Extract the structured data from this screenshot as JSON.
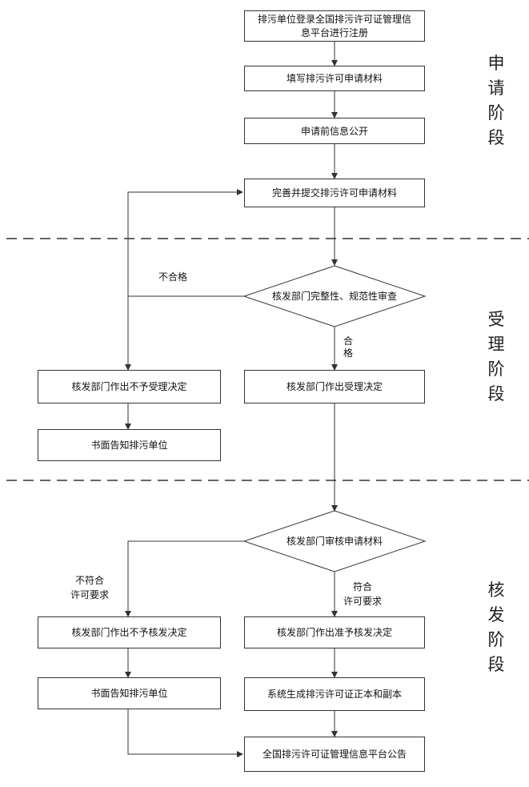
{
  "phases": {
    "apply": [
      "申",
      "请",
      "阶",
      "段"
    ],
    "accept": [
      "受",
      "理",
      "阶",
      "段"
    ],
    "issue": [
      "核",
      "发",
      "阶",
      "段"
    ]
  },
  "nodes": {
    "register_l1": "排污单位登录全国排污许可证管理信",
    "register_l2": "息平台进行注册",
    "fill": "填写排污许可申请材料",
    "disclose": "申请前信息公开",
    "submit": "完善并提交排污许可申请材料",
    "check": "核发部门完整性、规范性审查",
    "reject_accept": "核发部门作出不予受理决定",
    "notify_1": "书面告知排污单位",
    "accept": "核发部门作出受理决定",
    "review": "核发部门审核申请材料",
    "reject_issue": "核发部门作出不予核发决定",
    "notify_2": "书面告知排污单位",
    "approve": "核发部门作出准予核发决定",
    "generate": "系统生成排污许可证正本和副本",
    "announce": "全国排污许可证管理信息平台公告"
  },
  "edge_labels": {
    "fail": "不合格",
    "pass_1": "合",
    "pass_2": "格",
    "noncompliant_1": "不符合",
    "noncompliant_2": "许可要求",
    "compliant_1": "符合",
    "compliant_2": "许可要求"
  }
}
